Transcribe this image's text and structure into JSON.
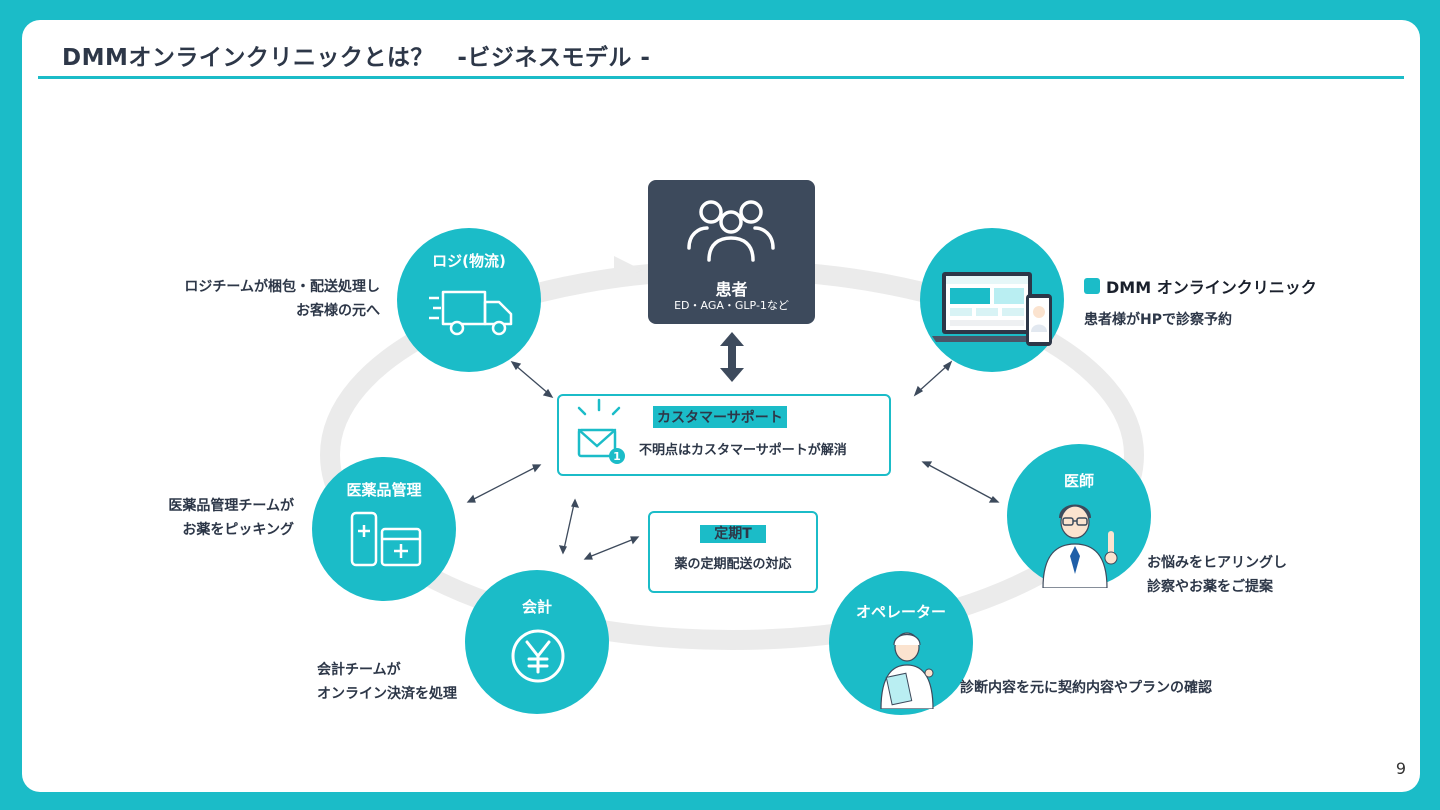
{
  "title": "DMMオンラインクリニックとは？　-ビジネスモデル -",
  "page_number": "9",
  "colors": {
    "accent": "#1bbcc8",
    "dark": "#3d4a5c",
    "text": "#2d3748",
    "ring": "#ebebeb"
  },
  "patient": {
    "title": "患者",
    "subtitle": "ED・AGA・GLP-1など",
    "icon": "people-icon"
  },
  "customer_support": {
    "label": "カスタマーサポート",
    "text": "不明点はカスタマーサポートが解消",
    "icon": "mail-icon"
  },
  "teiki": {
    "label": "定期T",
    "text": "薬の定期配送の対応"
  },
  "nodes": {
    "logistics": {
      "label": "ロジ(物流)",
      "icon": "truck-icon",
      "note": [
        "ロジチームが梱包・配送処理し",
        "お客様の元へ"
      ]
    },
    "pharma": {
      "label": "医薬品管理",
      "icon": "medicine-icon",
      "note": [
        "医薬品管理チームが",
        "お薬をピッキング"
      ]
    },
    "accounting": {
      "label": "会計",
      "icon": "yen-icon",
      "note": [
        "会計チームが",
        "オンライン決済を処理"
      ]
    },
    "operator": {
      "label": "オペレーター",
      "icon": "operator-icon",
      "note": [
        "診断内容を元に契約内容やプランの確認"
      ]
    },
    "doctor": {
      "label": "医師",
      "icon": "doctor-icon",
      "note": [
        "お悩みをヒアリングし",
        "診察やお薬をご提案"
      ]
    },
    "website": {
      "icon": "laptop-phone-icon",
      "brand": "DMM オンラインクリニック",
      "note": [
        "患者様がHPで診察予約"
      ]
    }
  }
}
